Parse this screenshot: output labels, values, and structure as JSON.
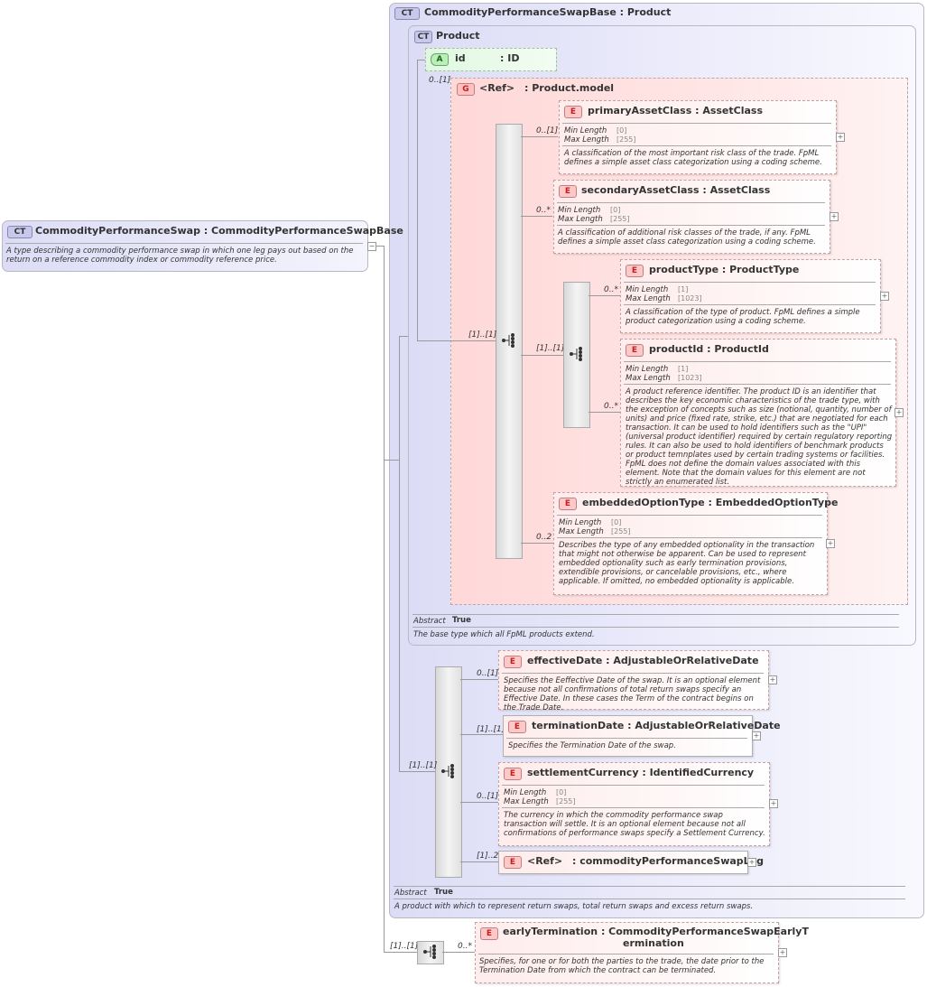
{
  "root": {
    "badge": "CT",
    "name": "CommodityPerformanceSwap",
    "type": ": CommodityPerformanceSwapBase",
    "doc": "A type describing a commodity performance swap in which one leg pays out based on the return on a reference commodity index or commodity reference price."
  },
  "base": {
    "badge": "CT",
    "name": "CommodityPerformanceSwapBase",
    "type": ": Product",
    "abstract_label": "Abstract",
    "abstract_value": "True",
    "doc": "A product with which to represent return swaps, total return swaps and excess return swaps."
  },
  "product": {
    "badge": "CT",
    "name": "Product",
    "abstract_label": "Abstract",
    "abstract_value": "True",
    "doc": "The base type which all FpML products extend.",
    "attr": {
      "badge": "A",
      "name": "id",
      "type": ": ID"
    },
    "attr_card": "0..[1]",
    "group": {
      "badge": "G",
      "name": "<Ref>",
      "type": ": Product.model"
    },
    "group_card": "[1]..[1]",
    "inner_seq_card": "[1]..[1]"
  },
  "elements": {
    "primaryAssetClass": {
      "badge": "E",
      "name": "primaryAssetClass",
      "type": ": AssetClass",
      "card": "0..[1]",
      "minl": "Min Length",
      "minv": "[0]",
      "maxl": "Max Length",
      "maxv": "[255]",
      "doc": "A classification of the most important risk class of the trade. FpML defines a simple asset class categorization using a coding scheme."
    },
    "secondaryAssetClass": {
      "badge": "E",
      "name": "secondaryAssetClass",
      "type": ": AssetClass",
      "card": "0..*",
      "minl": "Min Length",
      "minv": "[0]",
      "maxl": "Max Length",
      "maxv": "[255]",
      "doc": "A classification of additional risk classes of the trade, if any. FpML defines a simple asset class categorization using a coding scheme."
    },
    "productType": {
      "badge": "E",
      "name": "productType",
      "type": ": ProductType",
      "card": "0..*",
      "minl": "Min Length",
      "minv": "[1]",
      "maxl": "Max Length",
      "maxv": "[1023]",
      "doc": "A classification of the type of product. FpML defines a simple product categorization using a coding scheme."
    },
    "productId": {
      "badge": "E",
      "name": "productId",
      "type": ": ProductId",
      "card": "0..*",
      "minl": "Min Length",
      "minv": "[1]",
      "maxl": "Max Length",
      "maxv": "[1023]",
      "doc": "A product reference identifier. The product ID is an identifier that describes the key economic characteristics of the trade type, with the exception of concepts such as size (notional, quantity, number of units) and price (fixed rate, strike, etc.) that are negotiated for each transaction. It can be used to hold identifiers such as the \"UPI\" (universal product identifier) required by certain regulatory reporting rules. It can also be used to hold identifiers of benchmark products or product temnplates used by certain trading systems or facilities. FpML does not define the domain values associated with this element. Note that the domain values for this element are not strictly an enumerated list."
    },
    "embeddedOptionType": {
      "badge": "E",
      "name": "embeddedOptionType",
      "type": ": EmbeddedOptionType",
      "card": "0..2",
      "minl": "Min Length",
      "minv": "[0]",
      "maxl": "Max Length",
      "maxv": "[255]",
      "doc": "Describes the type of any embedded optionality in the transaction that might not otherwise be apparent. Can be used to represent embedded optionality such as early termination provisions, extendible provisions, or cancelable provisions, etc., where applicable. If omitted, no embedded optionality is applicable."
    },
    "effectiveDate": {
      "badge": "E",
      "name": "effectiveDate",
      "type": ": AdjustableOrRelativeDate",
      "card": "0..[1]",
      "doc": "Specifies the Eeffective Date of the swap. It is an optional element because not all confirmations of total return swaps specify an Effective Date. In these cases the Term of the contract begins on the Trade Date."
    },
    "terminationDate": {
      "badge": "E",
      "name": "terminationDate",
      "type": ": AdjustableOrRelativeDate",
      "card": "[1]..[1]",
      "doc": "Specifies the Termination Date of the swap."
    },
    "settlementCurrency": {
      "badge": "E",
      "name": "settlementCurrency",
      "type": ": IdentifiedCurrency",
      "card": "0..[1]",
      "minl": "Min Length",
      "minv": "[0]",
      "maxl": "Max Length",
      "maxv": "[255]",
      "doc": "The currency in which the commodity performance swap transaction will settle. It is an optional element because not all confirmations of performance swaps specify a Settlement Currency."
    },
    "commodityPerformanceSwapLeg": {
      "badge": "E",
      "name": "<Ref>",
      "type": ": commodityPerformanceSwapLeg",
      "card": "[1]..2"
    },
    "earlyTermination": {
      "badge": "E",
      "name": "earlyTermination",
      "type": ": CommodityPerformanceSwapEarlyT",
      "type2": "ermination",
      "card": "0..*",
      "doc": "Specifies, for one or for both the parties to the trade, the date prior to the Termination Date from which the contract can be terminated."
    }
  },
  "base_seq_card": "[1]..[1]",
  "root_seq_card": "[1]..[1]",
  "plus_glyph": "+",
  "minus_glyph": "−"
}
